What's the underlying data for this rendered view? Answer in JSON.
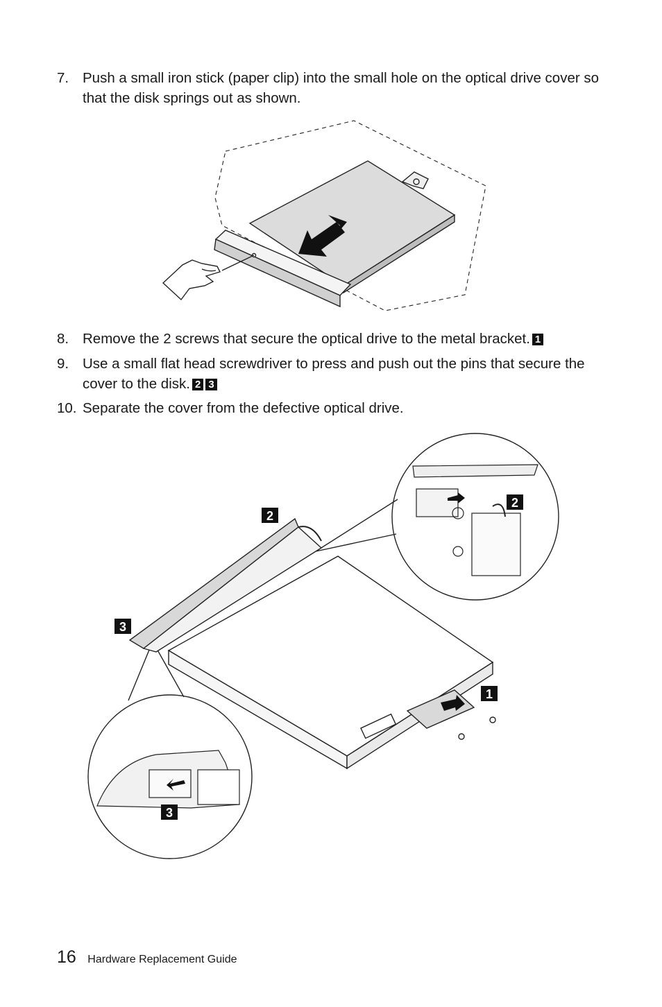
{
  "steps": [
    {
      "num": "7.",
      "text": "Push a small iron stick (paper clip) into the small hole on the optical drive cover so that the disk springs out as shown.",
      "callouts": []
    },
    {
      "num": "8.",
      "text": "Remove the 2 screws that secure the optical drive to the metal bracket.",
      "callouts": [
        "1"
      ]
    },
    {
      "num": "9.",
      "text": "Use a small flat head screwdriver to press and push out the pins that secure the cover to the disk.",
      "callouts": [
        "2",
        "3"
      ]
    },
    {
      "num": "10.",
      "text": "Separate the cover from the defective optical drive.",
      "callouts": []
    }
  ],
  "figure2_callouts": {
    "c1": "1",
    "c2": "2",
    "c3": "3",
    "zoom2": "2",
    "zoom3": "3"
  },
  "footer": {
    "page_number": "16",
    "title": "Hardware Replacement Guide"
  }
}
